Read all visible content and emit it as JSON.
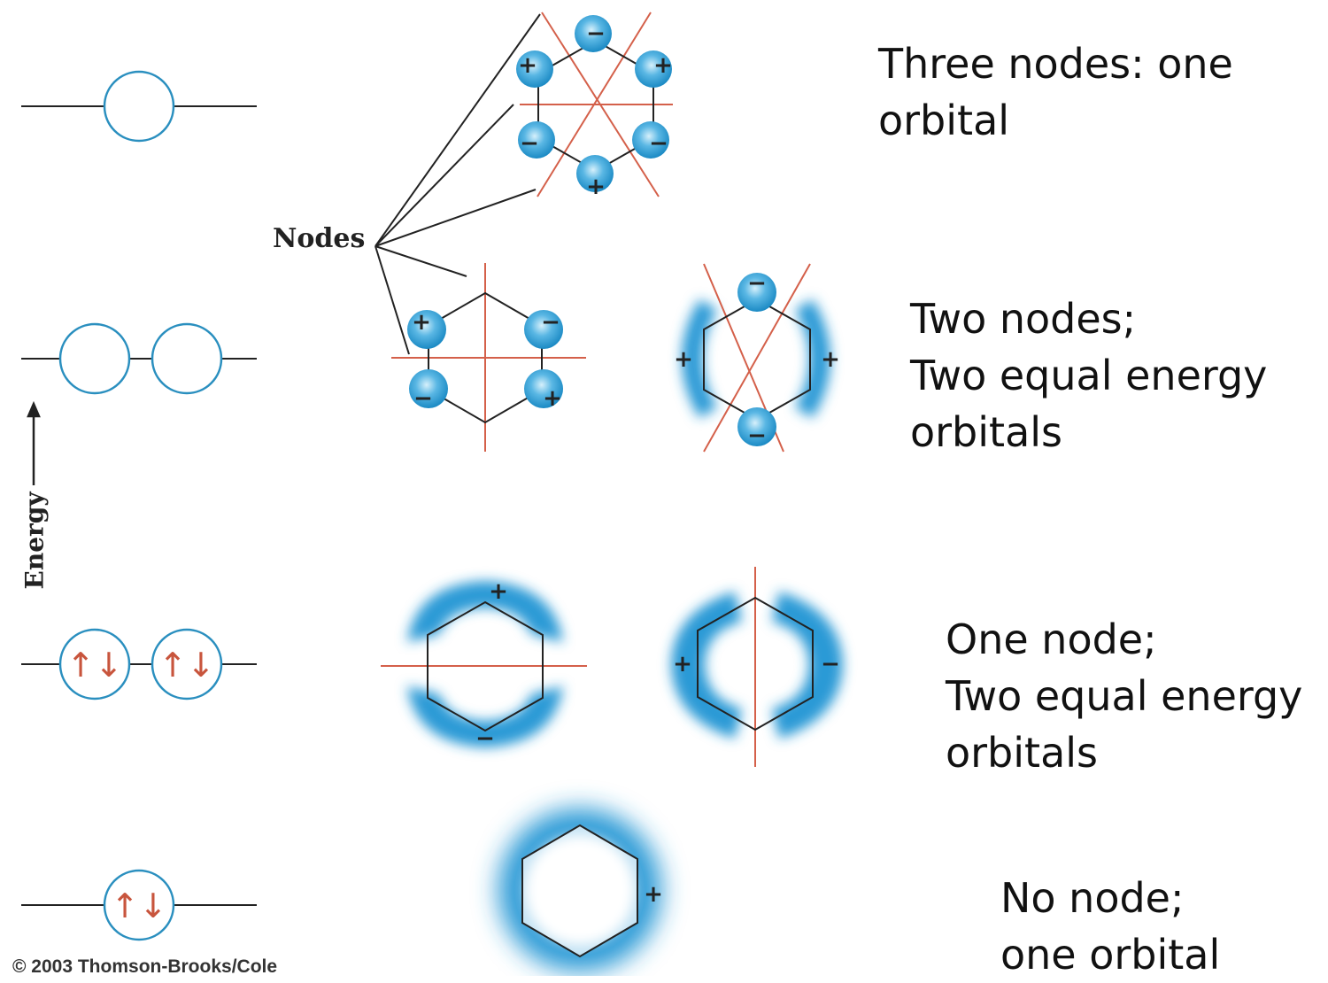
{
  "labels": {
    "nodes": "Nodes",
    "energy": "Energy",
    "copyright": "© 2003 Thomson-Brooks/Cole"
  },
  "levels": [
    {
      "description": "Three nodes: one\norbital",
      "electrons": [
        "",
        ""
      ]
    },
    {
      "description": "Two nodes;\nTwo equal energy\norbitals",
      "electrons": [
        "",
        ""
      ]
    },
    {
      "description": "One node;\nTwo equal energy\norbitals",
      "electrons": [
        "↑↓",
        "↑↓"
      ]
    },
    {
      "description": "No node;\none orbital",
      "electrons": [
        "↑↓"
      ]
    }
  ],
  "signs": {
    "plus": "+",
    "minus": "−"
  },
  "colors": {
    "orbital": "#1b8ac4",
    "lobe": "#2a9ad6",
    "node": "#d4604a",
    "electron": "#c8553d",
    "ring": "#2a8fbf"
  }
}
